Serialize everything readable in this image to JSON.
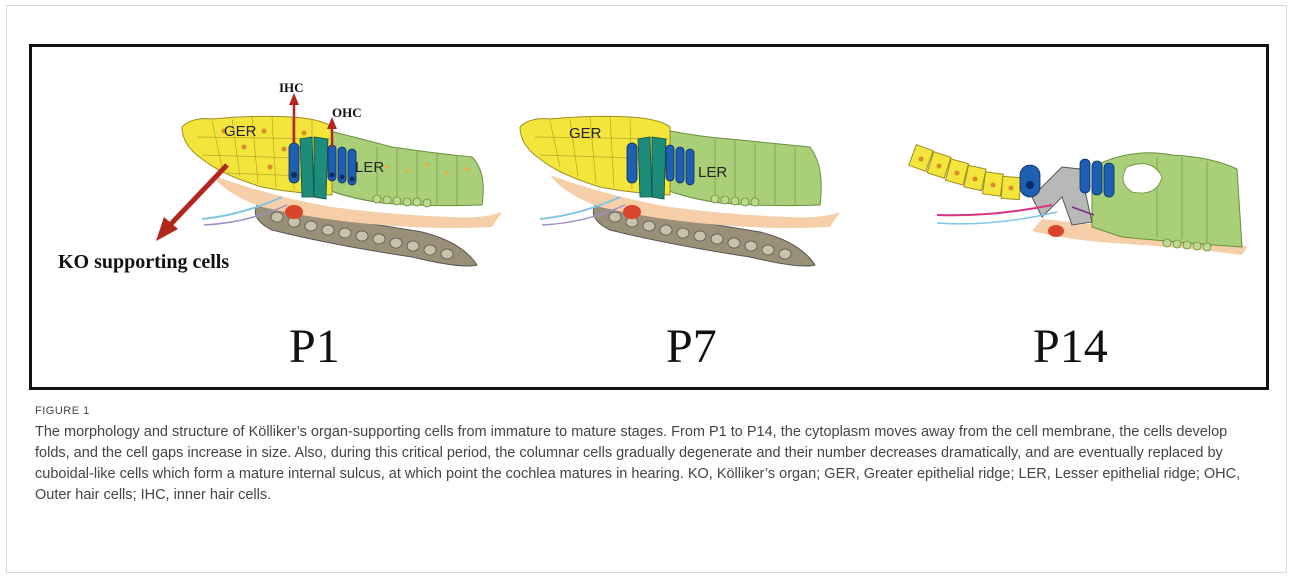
{
  "figure": {
    "panels": [
      {
        "label": "P1",
        "annotations": {
          "ihc": "IHC",
          "ohc": "OHC",
          "ger": "GER",
          "ler": "LER",
          "arrow_label": "KO supporting cells"
        }
      },
      {
        "label": "P7",
        "annotations": {
          "ger": "GER",
          "ler": "LER"
        }
      },
      {
        "label": "P14"
      }
    ],
    "colors": {
      "ger_yellow": "#f3e53c",
      "ler_green": "#a9cf78",
      "hair_cell_blue": "#1d5fb3",
      "pillar_teal": "#1e8c7a",
      "basilar_brown": "#9a9077",
      "mesenchyme_peach": "#f6cfa8",
      "arrow_red": "#b3261e"
    }
  },
  "caption": {
    "label": "FIGURE 1",
    "text": "The morphology and structure of Kölliker’s organ-supporting cells from immature to mature stages. From P1 to P14, the cytoplasm moves away from the cell membrane, the cells develop folds, and the cell gaps increase in size. Also, during this critical period, the columnar cells gradually degenerate and their number decreases dramatically, and are eventually replaced by cuboidal-like cells which form a mature internal sulcus, at which point the cochlea matures in hearing. KO, Kölliker’s organ; GER, Greater epithelial ridge; LER, Lesser epithelial ridge; OHC, Outer hair cells; IHC, inner hair cells."
  }
}
